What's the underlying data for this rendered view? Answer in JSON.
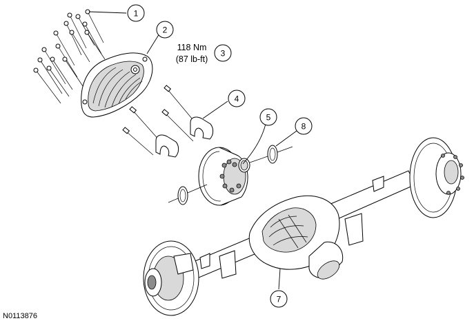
{
  "callouts": [
    {
      "id": "callout-1",
      "label": "1"
    },
    {
      "id": "callout-2",
      "label": "2"
    },
    {
      "id": "callout-3",
      "label": "3"
    },
    {
      "id": "callout-4",
      "label": "4"
    },
    {
      "id": "callout-5",
      "label": "5"
    },
    {
      "id": "callout-6",
      "label": "8"
    },
    {
      "id": "callout-7",
      "label": "7"
    }
  ],
  "torque_spec": {
    "line1": "118 Nm",
    "line2": "(87 lb-ft)"
  },
  "figure_id": "N0113876"
}
